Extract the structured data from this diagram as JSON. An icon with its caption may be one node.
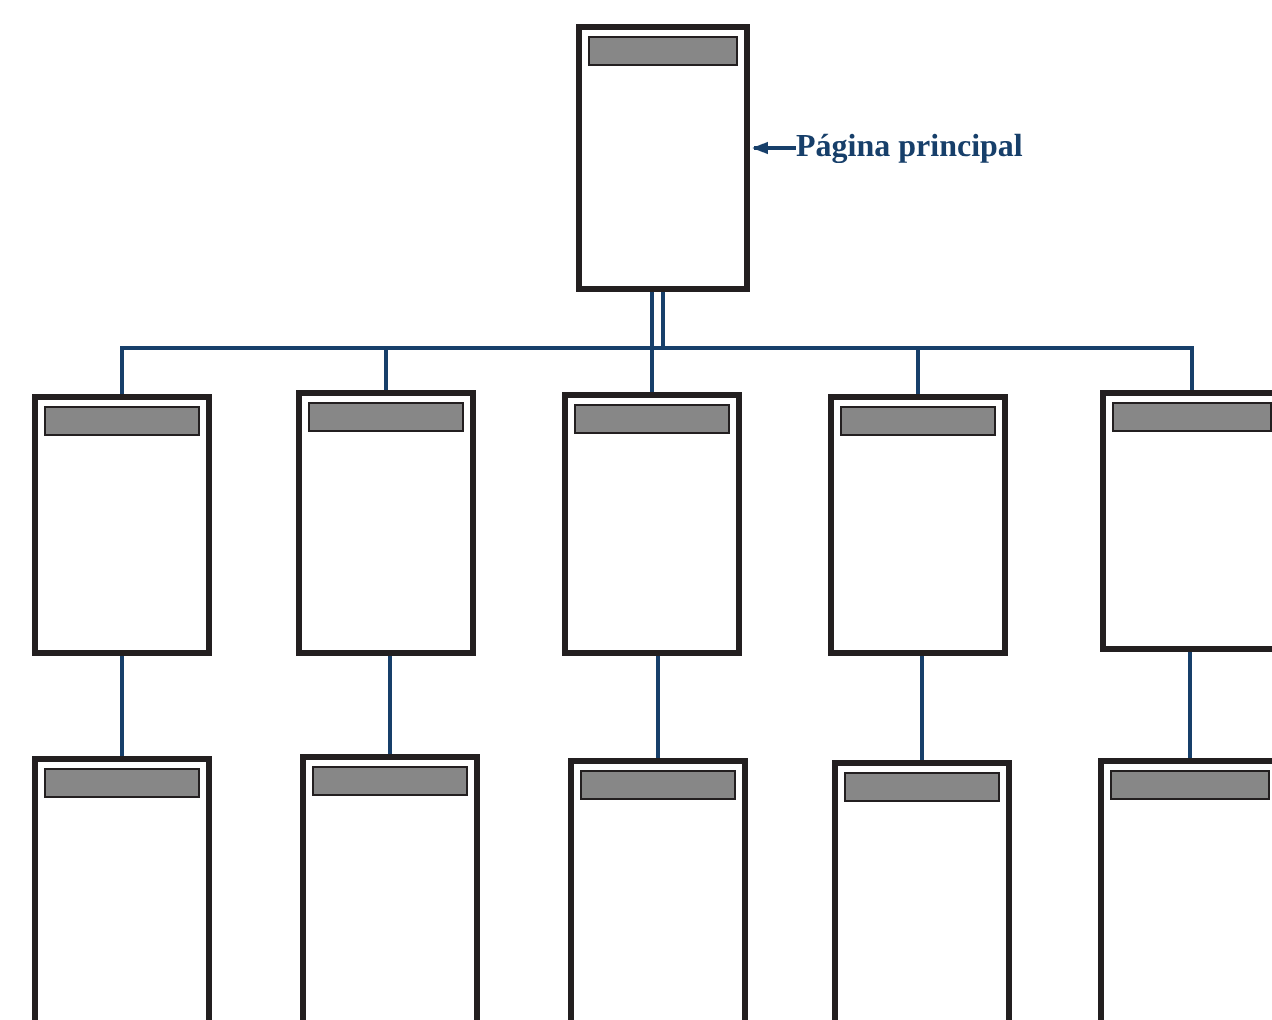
{
  "diagram": {
    "nodes": [
      {
        "text": [],
        "shape": "box"
      },
      {
        "text": [
          "Página principal"
        ]
      },
      {
        "text": [],
        "shape": "box"
      },
      {
        "text": [],
        "shape": "box"
      },
      {
        "text": [],
        "shape": "box"
      },
      {
        "text": [],
        "shape": "box"
      },
      {
        "text": [],
        "shape": "box"
      },
      {
        "text": [],
        "shape": "box"
      },
      {
        "text": [],
        "shape": "box"
      },
      {
        "text": [],
        "shape": "box"
      },
      {
        "text": [],
        "shape": "box"
      },
      {
        "text": [],
        "shape": "box"
      }
    ],
    "edges": [
      {
        "from": 1,
        "to": 0,
        "arrow": "to"
      },
      {
        "from": 0,
        "to": 2,
        "arrow": "none"
      },
      {
        "from": 0,
        "to": 3,
        "arrow": "none"
      },
      {
        "from": 0,
        "to": 4,
        "arrow": "none"
      },
      {
        "from": 0,
        "to": 5,
        "arrow": "none"
      },
      {
        "from": 0,
        "to": 6,
        "arrow": "none"
      },
      {
        "from": 2,
        "to": 7,
        "arrow": "none"
      },
      {
        "from": 3,
        "to": 8,
        "arrow": "none"
      },
      {
        "from": 4,
        "to": 9,
        "arrow": "none"
      },
      {
        "from": 5,
        "to": 10,
        "arrow": "none"
      },
      {
        "from": 6,
        "to": 11,
        "arrow": "none"
      }
    ]
  }
}
